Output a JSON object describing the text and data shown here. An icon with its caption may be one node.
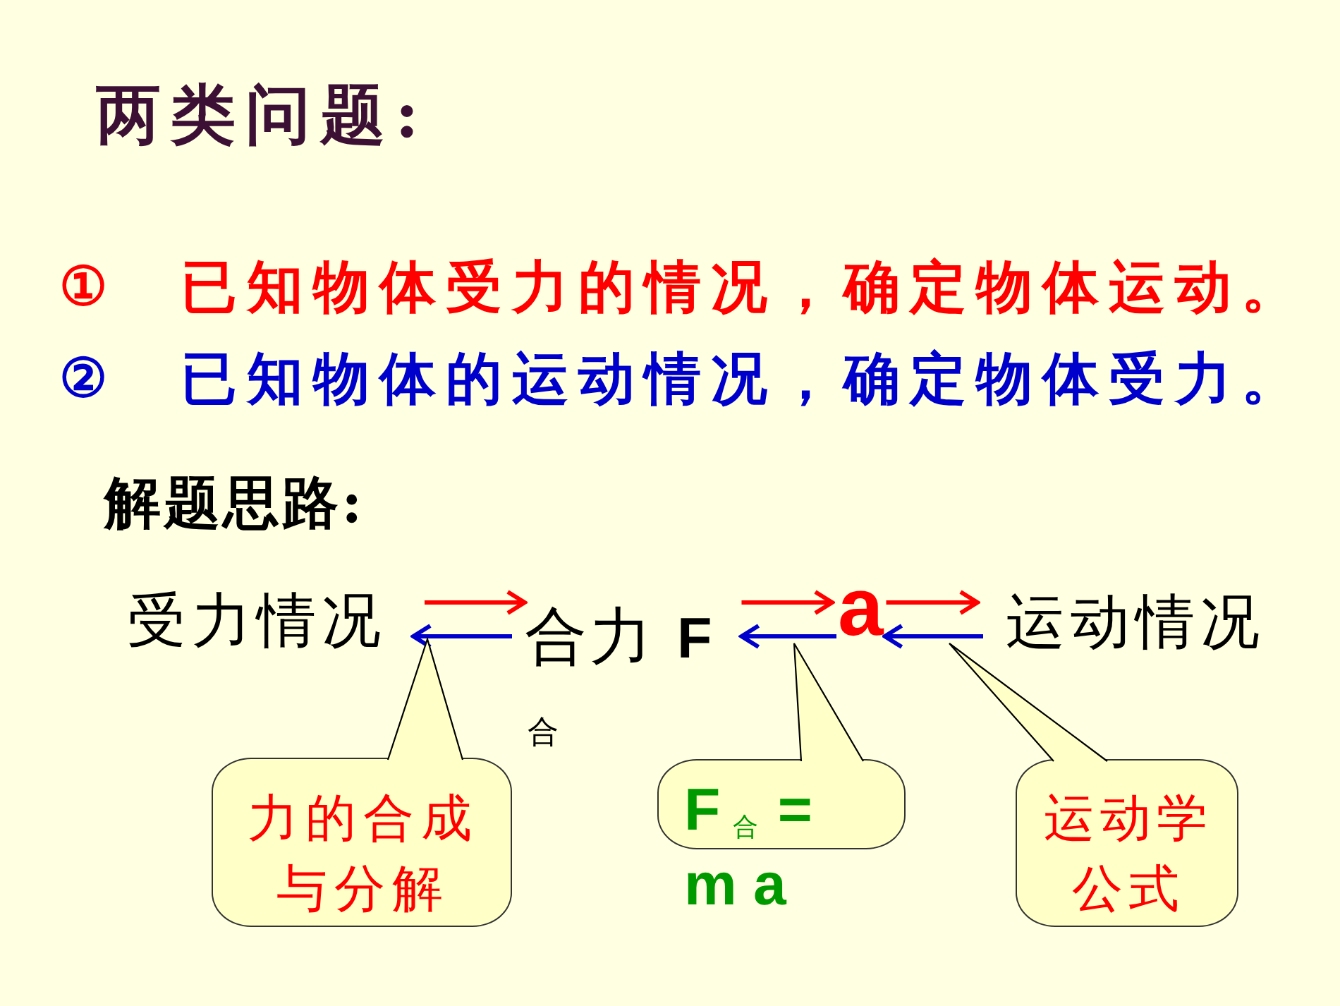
{
  "diagram": {
    "title": "两类问题:",
    "nodes": [
      {
        "text": [
          "受力情况"
        ]
      },
      {
        "text": [
          "合力 **F**"
        ]
      },
      {
        "text": [
          "a"
        ]
      },
      {
        "text": [
          "运动情况"
        ]
      },
      {
        "text": [
          "力的合成与分解"
        ]
      },
      {
        "text": [
          "F$_{合}$ = m a"
        ]
      },
      {
        "text": [
          "运动学公式"
        ]
      }
    ],
    "edges": [
      {
        "from": 0,
        "to": 1,
        "arrow": "to",
        "color": "#ff0000"
      },
      {
        "from": 1,
        "to": 0,
        "arrow": "to",
        "color": "#0000cc"
      },
      {
        "from": 1,
        "to": 2,
        "arrow": "to",
        "color": "#ff0000"
      },
      {
        "from": 2,
        "to": 1,
        "arrow": "to",
        "color": "#0000cc"
      },
      {
        "from": 2,
        "to": 3,
        "arrow": "to",
        "color": "#ff0000"
      },
      {
        "from": 3,
        "to": 2,
        "arrow": "to",
        "color": "#0000cc"
      },
      {
        "from": 4,
        "to": null,
        "arrow": "none",
        "color": "#000000"
      },
      {
        "from": 5,
        "to": null,
        "arrow": "none",
        "color": "#000000"
      },
      {
        "from": 6,
        "to": null,
        "arrow": "none",
        "color": "#000000"
      }
    ],
    "labels": [
      "①",
      "已知物体受力的情况，确定物体运动。",
      "②",
      "已知物体的运动情况，确定物体受力。",
      "解题思路:",
      "合"
    ]
  }
}
